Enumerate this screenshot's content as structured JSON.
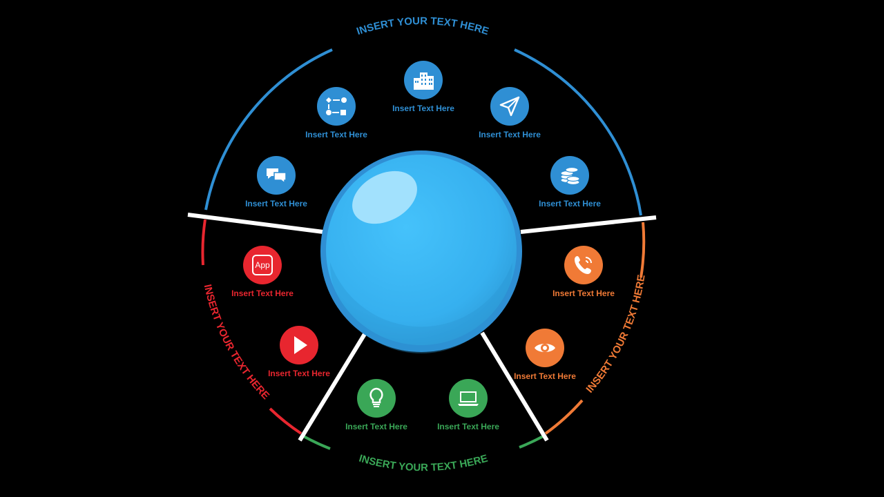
{
  "colors": {
    "blue": "#2f8fd4",
    "red": "#e8262f",
    "orange": "#f07a36",
    "green": "#3aa757",
    "sphere": "#3bb4f2"
  },
  "sections": {
    "top": {
      "title": "INSERT YOUR TEXT HERE"
    },
    "left": {
      "title": "INSERT YOUR TEXT HERE"
    },
    "right": {
      "title": "INSERT YOUR TEXT HERE"
    },
    "bottom": {
      "title": "INSERT YOUR TEXT HERE"
    }
  },
  "items": [
    {
      "label": "Insert Text Here",
      "icon": "chat-bubbles-icon"
    },
    {
      "label": "Insert Text Here",
      "icon": "flowchart-icon"
    },
    {
      "label": "Insert Text Here",
      "icon": "buildings-icon"
    },
    {
      "label": "Insert Text Here",
      "icon": "navigation-arrow-icon"
    },
    {
      "label": "Insert Text Here",
      "icon": "coins-icon"
    },
    {
      "label": "Insert Text Here",
      "icon": "app-icon",
      "icon_text": "App"
    },
    {
      "label": "Insert Text Here",
      "icon": "play-icon"
    },
    {
      "label": "Insert Text Here",
      "icon": "phone-icon"
    },
    {
      "label": "Insert Text Here",
      "icon": "eye-icon"
    },
    {
      "label": "Insert Text Here",
      "icon": "lightbulb-icon"
    },
    {
      "label": "Insert Text Here",
      "icon": "laptop-icon"
    }
  ]
}
